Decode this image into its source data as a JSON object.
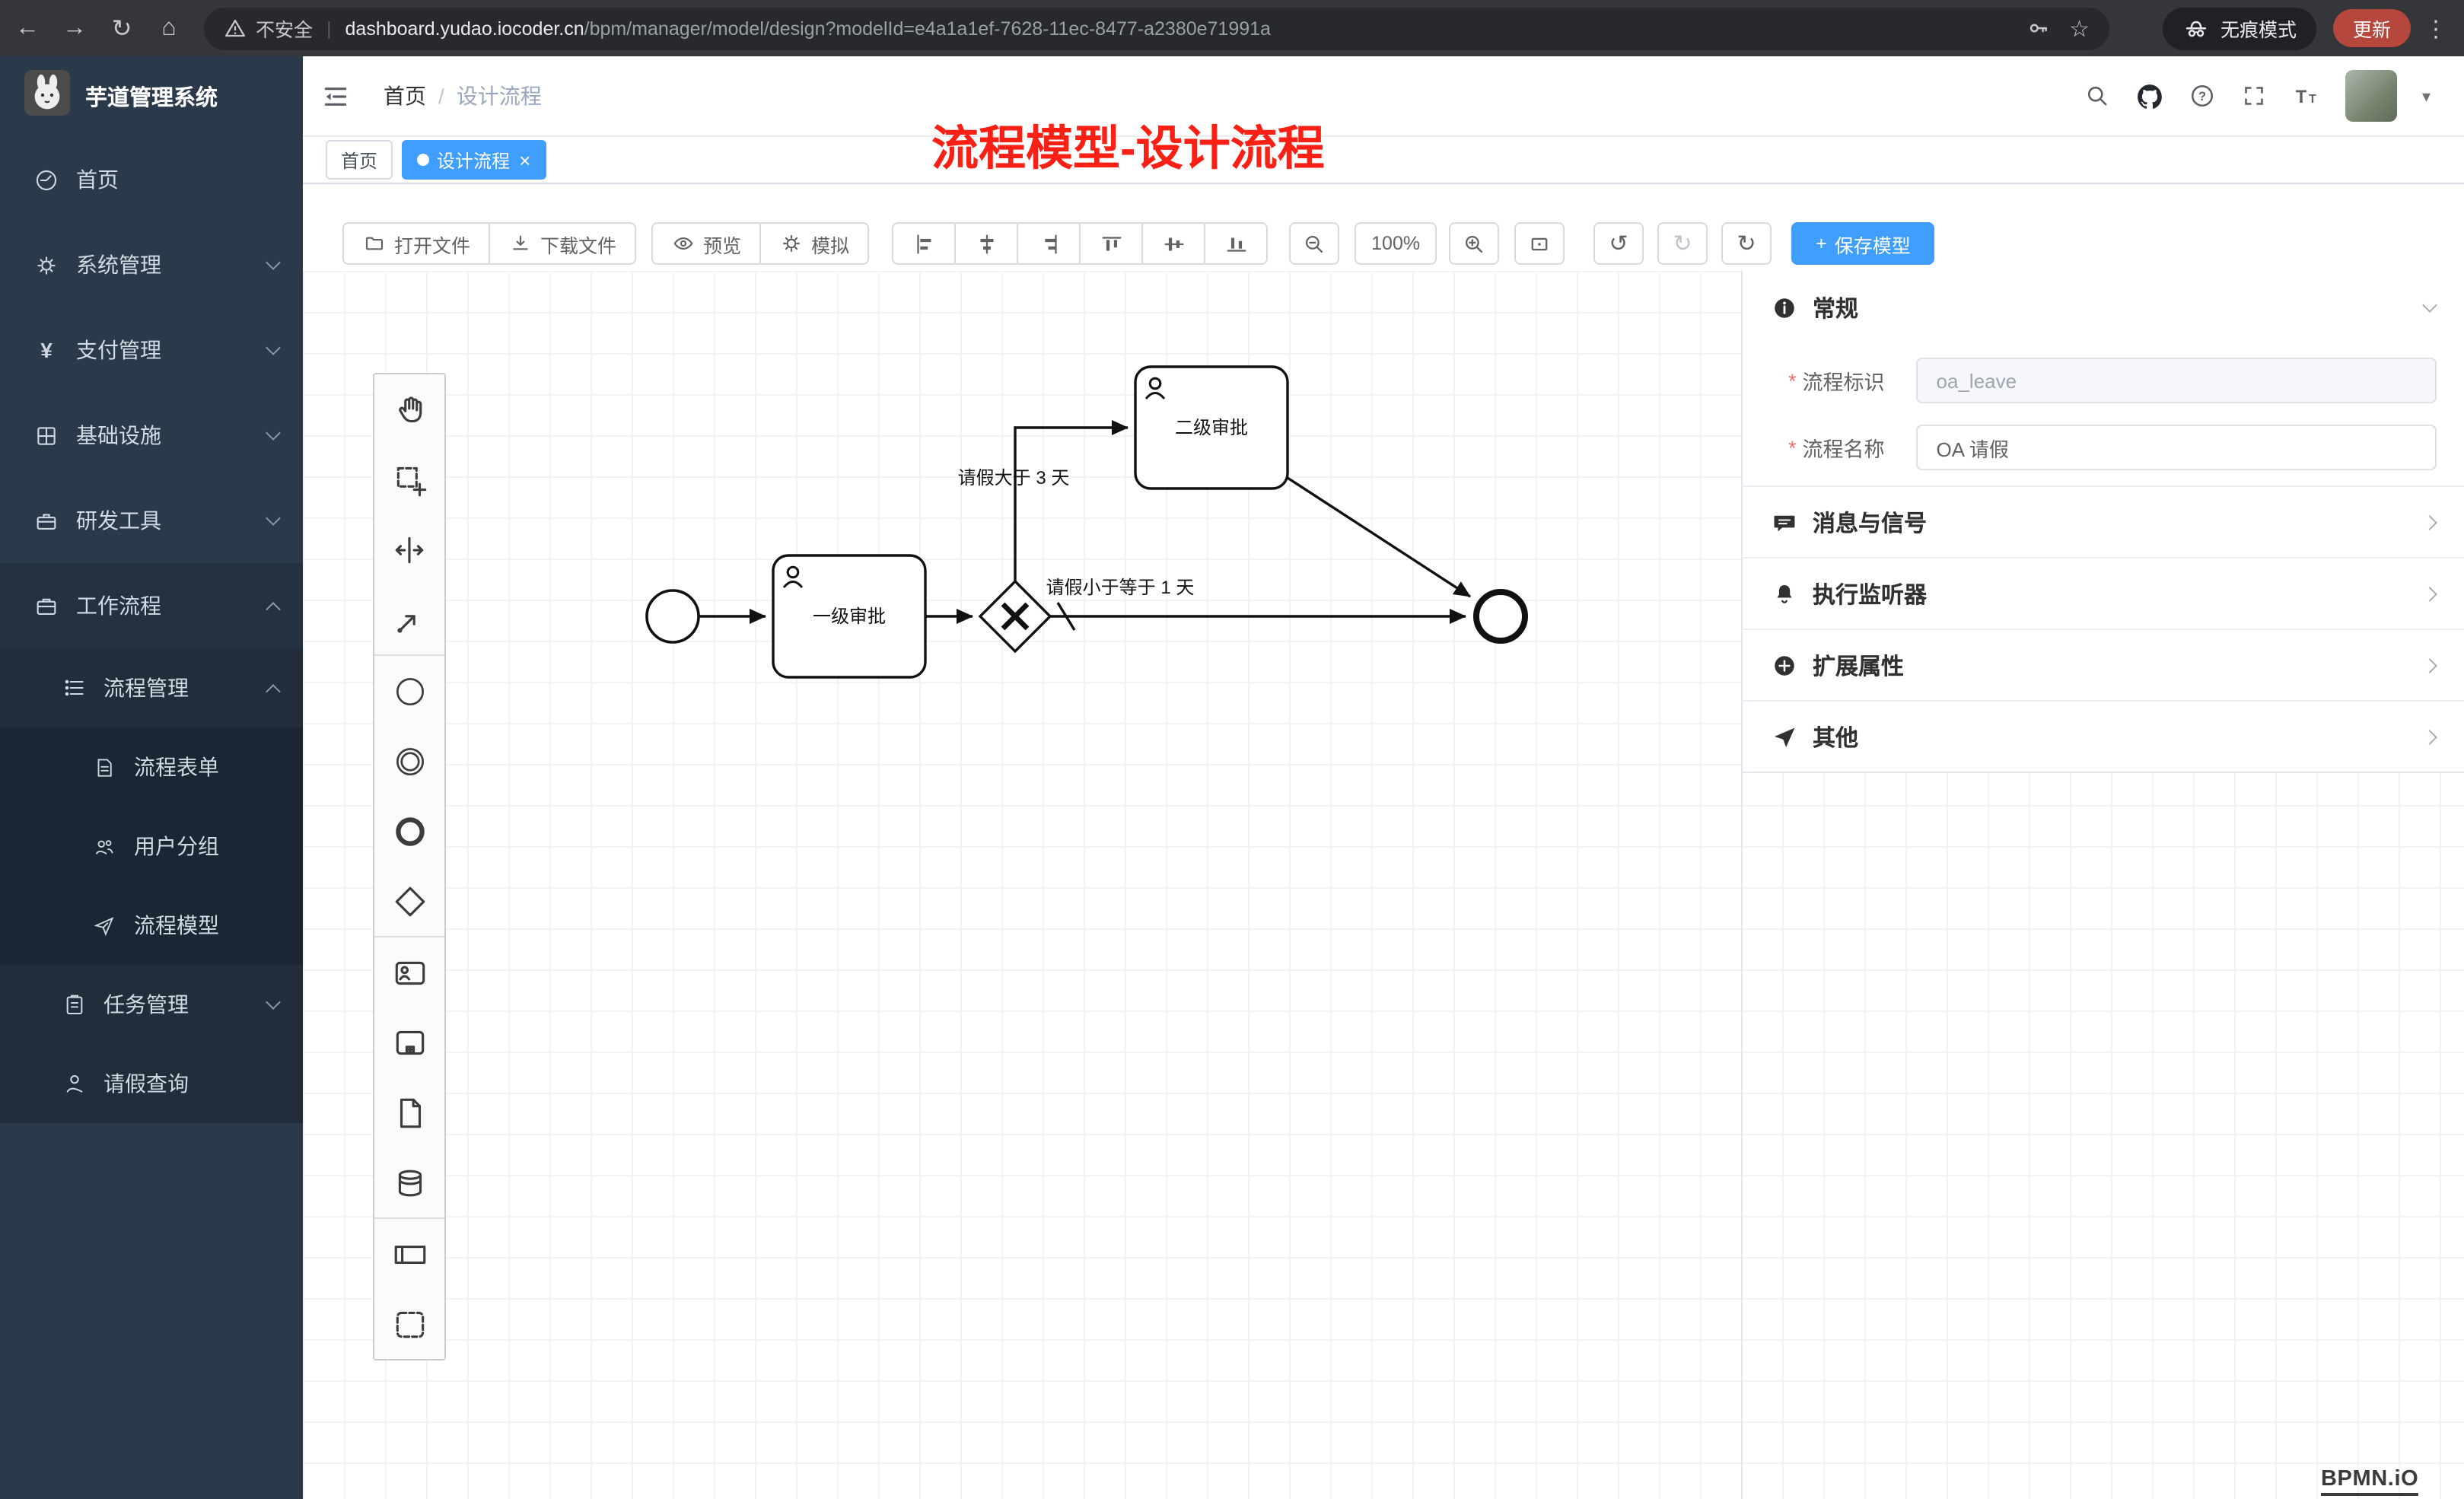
{
  "browser": {
    "security_label": "不安全",
    "url_domain": "dashboard.yudao.iocoder.cn",
    "url_path": "/bpm/manager/model/design?modelId=e4a1a1ef-7628-11ec-8477-a2380e71991a",
    "incognito_label": "无痕模式",
    "update_label": "更新"
  },
  "icons": {
    "back": "←",
    "forward": "→",
    "reload": "↻",
    "home": "⌂",
    "star": "☆",
    "more_vertical": "⋮",
    "caret_down": "▾",
    "undo": "↺",
    "redo": "↻",
    "refresh": "↻",
    "yen": "¥"
  },
  "sidebar": {
    "logo_title": "芋道管理系统",
    "menu": [
      {
        "label": "首页"
      },
      {
        "label": "系统管理"
      },
      {
        "label": "支付管理"
      },
      {
        "label": "基础设施"
      },
      {
        "label": "研发工具"
      },
      {
        "label": "工作流程"
      },
      {
        "label": "流程管理"
      },
      {
        "label": "流程表单"
      },
      {
        "label": "用户分组"
      },
      {
        "label": "流程模型"
      },
      {
        "label": "任务管理"
      },
      {
        "label": "请假查询"
      }
    ]
  },
  "header": {
    "breadcrumb_home": "首页",
    "breadcrumb_sep": "/",
    "breadcrumb_current": "设计流程"
  },
  "annotation": "流程模型-设计流程",
  "tabs": [
    {
      "label": "首页"
    },
    {
      "label": "设计流程",
      "close": "×"
    }
  ],
  "toolbar": {
    "open_file": "打开文件",
    "download_file": "下载文件",
    "preview": "预览",
    "simulate": "模拟",
    "zoom_level": "100%",
    "save_plus": "+",
    "save_label": "保存模型"
  },
  "diagram": {
    "task_level1": "一级审批",
    "task_level2": "二级审批",
    "flow_gt3": "请假大于 3 天",
    "flow_le1": "请假小于等于 1 天"
  },
  "properties": {
    "required_marker": "*",
    "general_title": "常规",
    "process_key_label": "流程标识",
    "process_key_value": "oa_leave",
    "process_name_label": "流程名称",
    "process_name_value": "OA 请假",
    "sections": [
      {
        "title": "消息与信号"
      },
      {
        "title": "执行监听器"
      },
      {
        "title": "扩展属性"
      },
      {
        "title": "其他"
      }
    ]
  },
  "watermark": "BPMN.iO"
}
